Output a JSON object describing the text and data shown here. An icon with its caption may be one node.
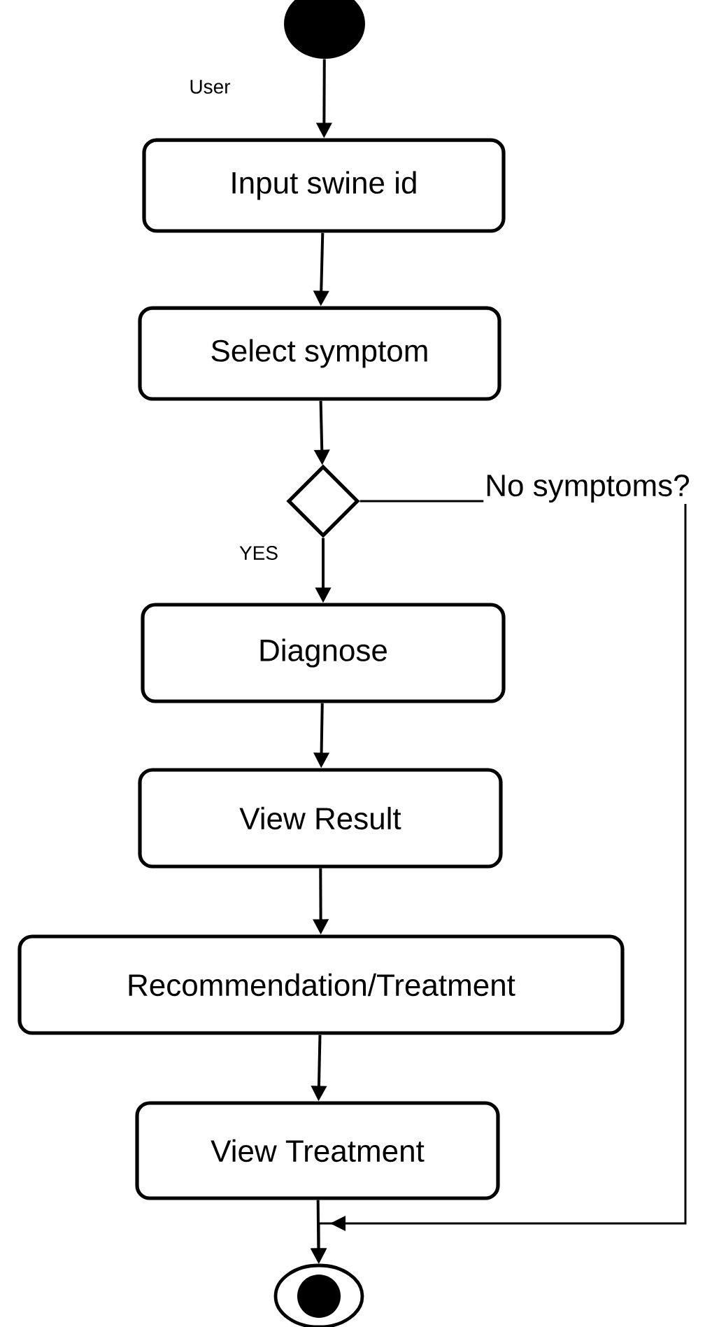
{
  "diagram": {
    "nodes": [
      {
        "text": [],
        "shape": "circle"
      },
      {
        "text": [
          "Input swine id"
        ]
      },
      {
        "text": [
          "Select symptom"
        ]
      },
      {
        "text": [],
        "shape": "diamond"
      },
      {
        "text": [
          "Diagnose"
        ]
      },
      {
        "text": [
          "View Result"
        ]
      },
      {
        "text": [
          "Recommendation/Treatment"
        ]
      },
      {
        "text": [
          "View Treatment"
        ]
      },
      {
        "text": [],
        "shape": "circle"
      }
    ],
    "edges": [
      {
        "from": 0,
        "to": 1,
        "arrow": "to"
      },
      {
        "from": 1,
        "to": 2,
        "arrow": "to"
      },
      {
        "from": 2,
        "to": 3,
        "arrow": "to"
      },
      {
        "from": 3,
        "to": 4,
        "arrow": "to",
        "label": "YES"
      },
      {
        "from": 4,
        "to": 5,
        "arrow": "to"
      },
      {
        "from": 5,
        "to": 6,
        "arrow": "to"
      },
      {
        "from": 6,
        "to": 7,
        "arrow": "to"
      },
      {
        "from": 7,
        "to": 8,
        "arrow": "to"
      },
      {
        "from": 3,
        "to": 8,
        "arrow": "to",
        "label": "No symptoms?"
      }
    ],
    "labels": [
      "User"
    ]
  }
}
